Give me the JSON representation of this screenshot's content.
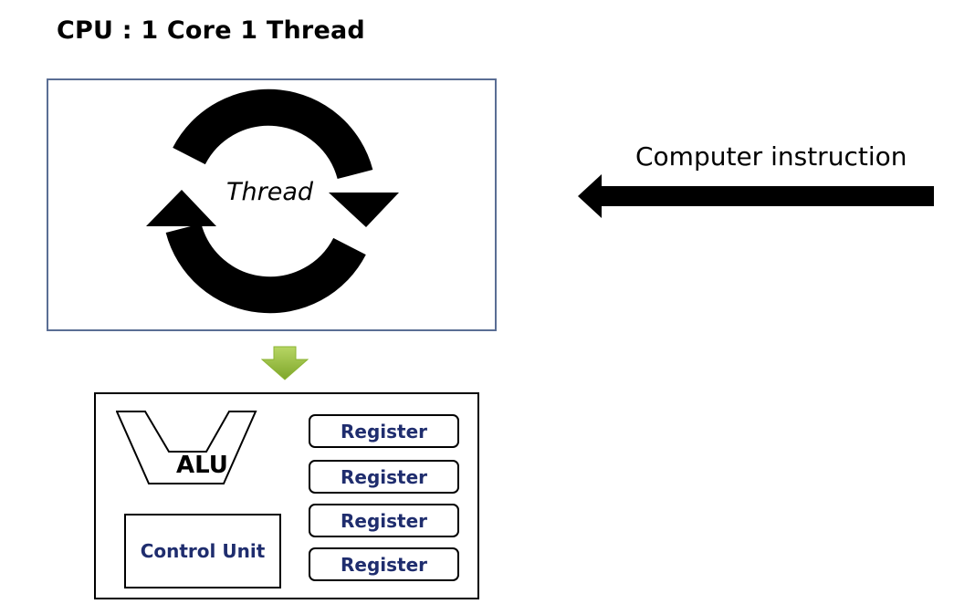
{
  "title": "CPU : 1 Core 1 Thread",
  "thread": {
    "label": "Thread",
    "icon": "cycle-arrows-icon"
  },
  "instruction": {
    "label": "Computer instruction",
    "icon": "left-arrow-icon"
  },
  "flow_icon": "down-arrow-icon",
  "cpu": {
    "alu_label": "ALU",
    "control_unit_label": "Control Unit",
    "registers": [
      "Register",
      "Register",
      "Register",
      "Register"
    ]
  },
  "colors": {
    "frame_border": "#5a6e94",
    "component_text": "#1f2d6e",
    "flow_arrow": "#8bb332"
  }
}
